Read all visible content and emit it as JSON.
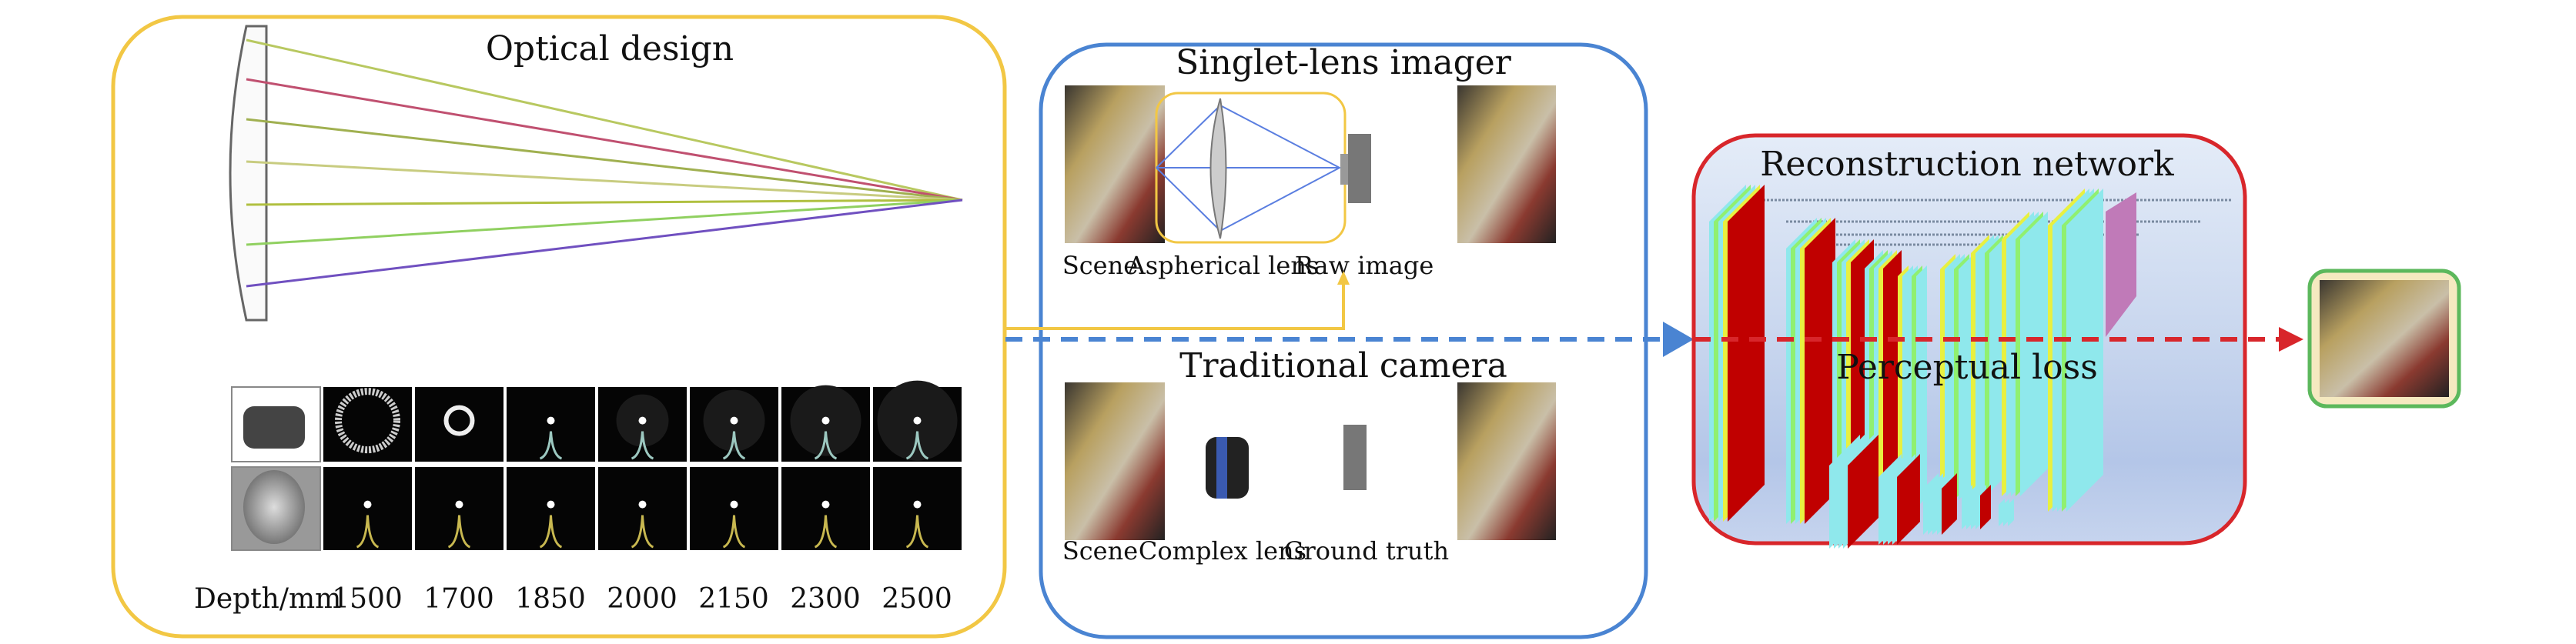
{
  "optical_design": {
    "title": "Optical design",
    "depth_label": "Depth/mm",
    "depths": [
      "1500",
      "1700",
      "1850",
      "2000",
      "2150",
      "2300",
      "2500"
    ]
  },
  "singlet": {
    "title": "Singlet-lens imager",
    "labels": [
      "Scene",
      "Aspherical lens",
      "Raw image"
    ]
  },
  "traditional": {
    "title": "Traditional camera",
    "labels": [
      "Scene",
      "Complex lens",
      "Ground truth"
    ]
  },
  "network": {
    "title": "Reconstruction network",
    "loss_title": "Perceptual loss"
  },
  "colors": {
    "optical_border": "#f2c744",
    "imager_border": "#4a84d2",
    "network_border": "#d8262b",
    "output_border": "#5cb85c",
    "layer_red": "#c00000",
    "layer_cyan": "#8fe8ec",
    "layer_yellow": "#e8f040",
    "layer_green": "#90f070",
    "layer_purple": "#c07ab8"
  }
}
